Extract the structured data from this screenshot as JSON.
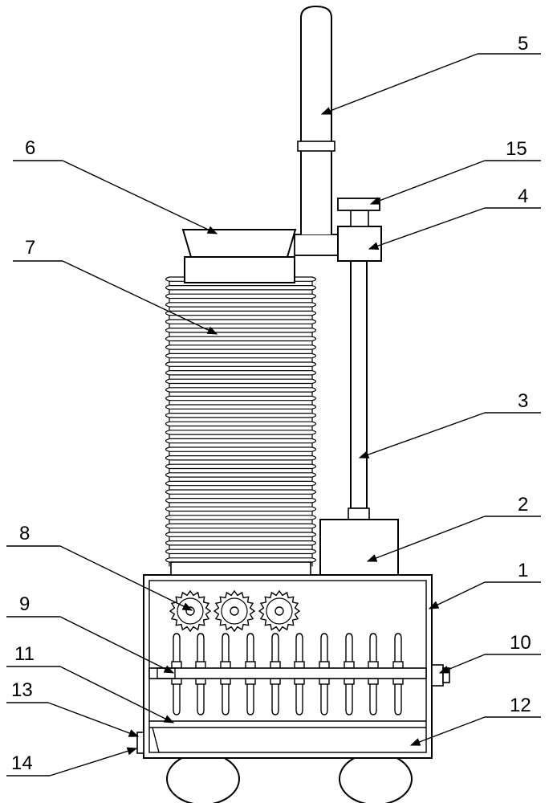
{
  "figure": {
    "callouts": [
      {
        "id": "c5",
        "label": "5"
      },
      {
        "id": "c6",
        "label": "6"
      },
      {
        "id": "c15",
        "label": "15"
      },
      {
        "id": "c4",
        "label": "4"
      },
      {
        "id": "c7",
        "label": "7"
      },
      {
        "id": "c3",
        "label": "3"
      },
      {
        "id": "c2",
        "label": "2"
      },
      {
        "id": "c8",
        "label": "8"
      },
      {
        "id": "c1",
        "label": "1"
      },
      {
        "id": "c9",
        "label": "9"
      },
      {
        "id": "c10",
        "label": "10"
      },
      {
        "id": "c11",
        "label": "11"
      },
      {
        "id": "c13",
        "label": "13"
      },
      {
        "id": "c12",
        "label": "12"
      },
      {
        "id": "c14",
        "label": "14"
      }
    ]
  }
}
